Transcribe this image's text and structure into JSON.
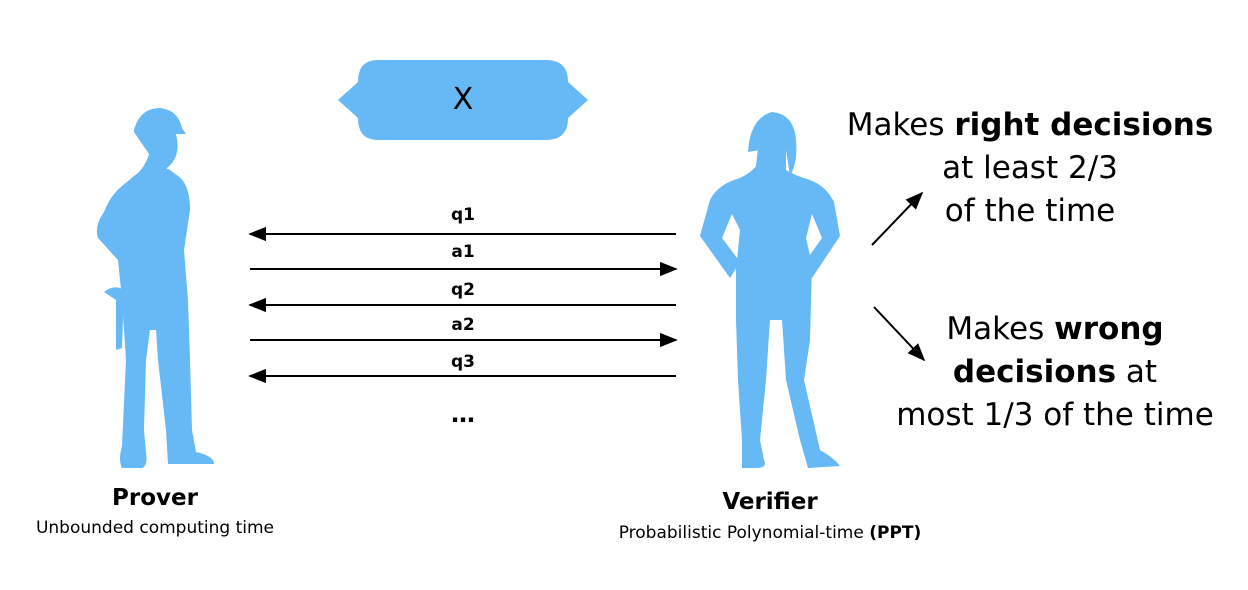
{
  "input_box": {
    "label": "X"
  },
  "messages": [
    {
      "label": "q1",
      "direction": "to-prover"
    },
    {
      "label": "a1",
      "direction": "to-verifier"
    },
    {
      "label": "q2",
      "direction": "to-prover"
    },
    {
      "label": "a2",
      "direction": "to-verifier"
    },
    {
      "label": "q3",
      "direction": "to-prover"
    }
  ],
  "ellipsis": "…",
  "prover": {
    "title": "Prover",
    "subtitle": "Unbounded computing time"
  },
  "verifier": {
    "title": "Verifier",
    "subtitle_prefix": "Probabilistic Polynomial-time ",
    "subtitle_bold": "(PPT)"
  },
  "outcomes": {
    "right": {
      "prefix": "Makes ",
      "bold": "right decisions",
      "line2": "at least 2/3",
      "line3": "of the time"
    },
    "wrong": {
      "prefix": "Makes ",
      "bold1": "wrong",
      "bold2": "decisions",
      "suffix2": " at",
      "line3": "most 1/3 of the time"
    }
  },
  "colors": {
    "silhouette": "#66b9f4",
    "arrow": "#000000"
  }
}
